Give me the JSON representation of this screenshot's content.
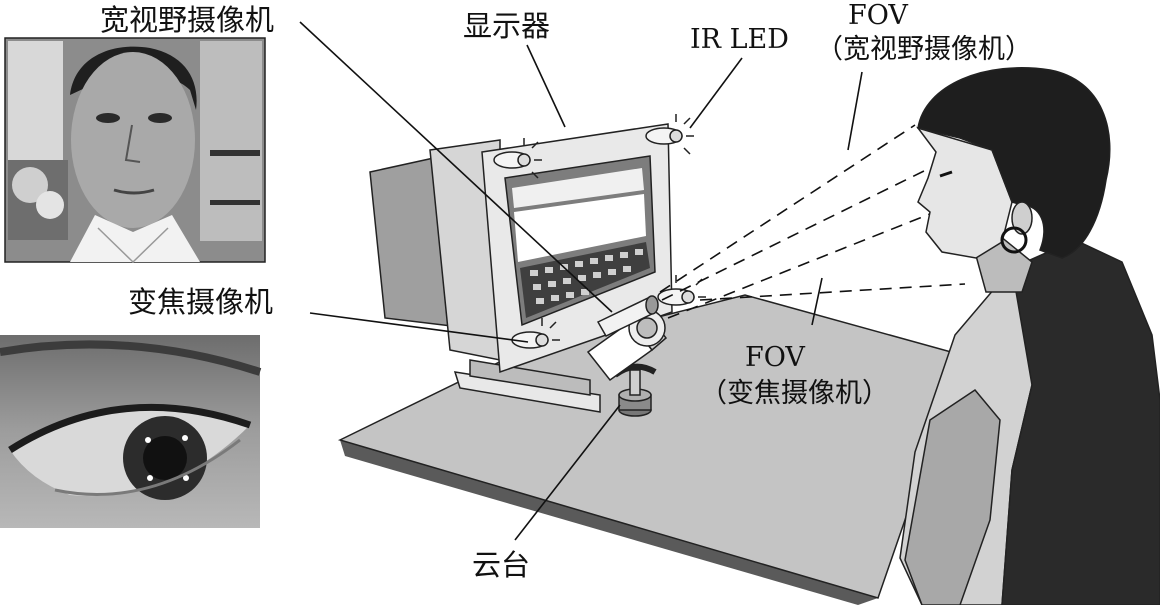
{
  "labels": {
    "wide_camera": "宽视野摄像机",
    "monitor": "显示器",
    "ir_led": "IR LED",
    "fov_wide_line1": "FOV",
    "fov_wide_line2": "（宽视野摄像机）",
    "zoom_camera": "变焦摄像机",
    "fov_zoom_line1": "FOV",
    "fov_zoom_line2": "（变焦摄像机）",
    "pan_tilt": "云台"
  }
}
